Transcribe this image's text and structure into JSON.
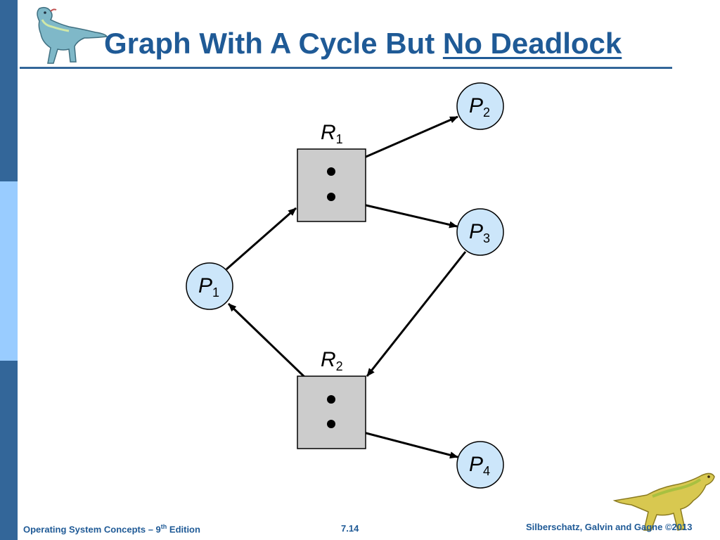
{
  "slide": {
    "title_main": "Graph With A Cycle But ",
    "title_emph": "No Deadlock"
  },
  "diagram": {
    "resources": [
      {
        "id": "R1",
        "letter": "R",
        "sub": "1"
      },
      {
        "id": "R2",
        "letter": "R",
        "sub": "2"
      }
    ],
    "processes": [
      {
        "id": "P1",
        "letter": "P",
        "sub": "1"
      },
      {
        "id": "P2",
        "letter": "P",
        "sub": "2"
      },
      {
        "id": "P3",
        "letter": "P",
        "sub": "3"
      },
      {
        "id": "P4",
        "letter": "P",
        "sub": "4"
      }
    ],
    "edges": [
      {
        "from": "P1",
        "to": "R1",
        "kind": "request"
      },
      {
        "from": "R1",
        "to": "P2",
        "kind": "assignment"
      },
      {
        "from": "R1",
        "to": "P3",
        "kind": "assignment"
      },
      {
        "from": "P3",
        "to": "R2",
        "kind": "request"
      },
      {
        "from": "R2",
        "to": "P1",
        "kind": "assignment"
      },
      {
        "from": "R2",
        "to": "P4",
        "kind": "assignment"
      }
    ],
    "colors": {
      "process_fill": "#cce6fa",
      "resource_fill": "#cccccc",
      "stroke": "#000000"
    }
  },
  "footer": {
    "left_text": "Operating System Concepts – 9",
    "left_sup": "th",
    "left_tail": " Edition",
    "page": "7.14",
    "right": "Silberschatz, Galvin and Gagne ©2013"
  },
  "brand_colors": {
    "accent_dark": "#336699",
    "accent_light": "#99ccff",
    "title": "#1f5a96"
  }
}
